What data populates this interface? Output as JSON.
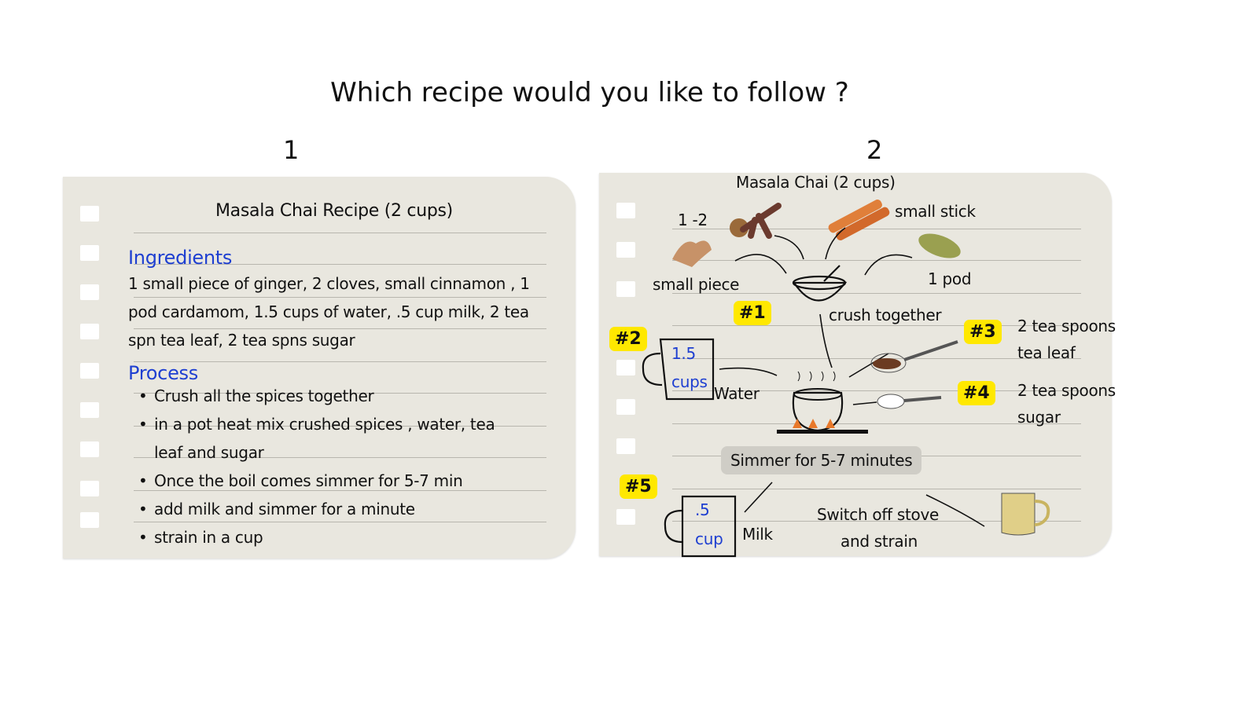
{
  "heading": "Which recipe would you like to follow ?",
  "option_labels": [
    "1",
    "2"
  ],
  "recipe1": {
    "title": "Masala Chai Recipe (2 cups)",
    "ingredients_heading": "Ingredients",
    "ingredients_lines": [
      "1 small piece of ginger, 2 cloves, small cinnamon , 1",
      "pod cardamom, 1.5 cups of water, .5 cup milk, 2 tea",
      "spn tea leaf, 2 tea spns sugar"
    ],
    "process_heading": "Process",
    "steps": [
      "Crush all the spices together",
      "in a pot heat mix crushed spices , water, tea",
      "leaf and sugar",
      "Once the boil comes simmer for 5-7 min",
      "add milk and simmer for a minute",
      "strain in a cup"
    ]
  },
  "recipe2": {
    "title": "Masala Chai (2 cups)",
    "clove_qty": "1 -2",
    "ginger_qty": "small piece",
    "cinnamon_qty": "small stick",
    "cardamom_qty": "1 pod",
    "crush_label": "crush together",
    "badges": [
      "#1",
      "#2",
      "#3",
      "#4",
      "#5"
    ],
    "water_cup_value": "1.5",
    "water_cup_unit": "cups",
    "water_label": "Water",
    "tea_line1": "2 tea spoons",
    "tea_line2": "tea leaf",
    "sugar_line1": "2 tea spoons",
    "sugar_line2": "sugar",
    "simmer_label": "Simmer for 5-7 minutes",
    "milk_cup_value": ".5",
    "milk_cup_unit": "cup",
    "milk_label": "Milk",
    "finish_line1": "Switch off stove",
    "finish_line2": "and strain"
  },
  "colors": {
    "badge": "#ffe800",
    "accent_blue": "#1e3fd1",
    "paper": "#e9e7df"
  }
}
